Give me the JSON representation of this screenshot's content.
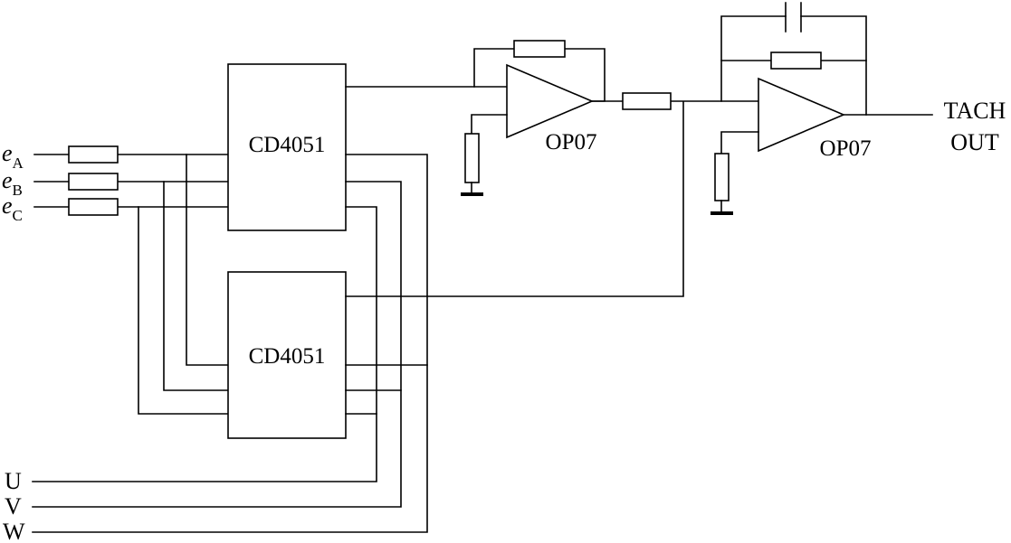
{
  "diagram": {
    "mux_upper_label": "CD4051",
    "mux_lower_label": "CD4051",
    "opamp1_label": "OP07",
    "opamp2_label": "OP07",
    "output_line1": "TACH",
    "output_line2": "OUT",
    "inputs": [
      {
        "var": "e",
        "sub": "A"
      },
      {
        "var": "e",
        "sub": "B"
      },
      {
        "var": "e",
        "sub": "C"
      }
    ],
    "phases": [
      "U",
      "V",
      "W"
    ]
  }
}
